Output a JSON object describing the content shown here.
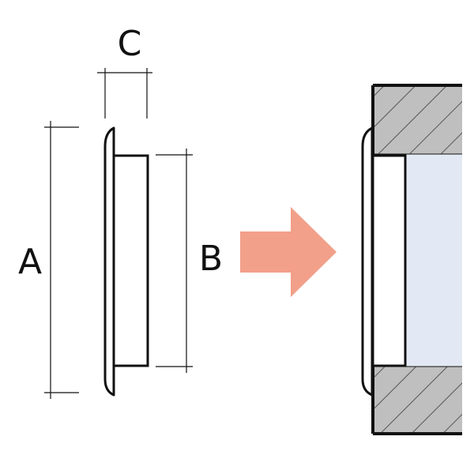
{
  "labels": {
    "A": "A",
    "B": "B",
    "C": "C"
  },
  "colors": {
    "stroke": "#111111",
    "arrow": "#f2a08a",
    "wall_fill": "#bfbfbf",
    "hatch": "#555555",
    "opening_fill": "#e3e9f4"
  },
  "icons": {
    "arrow": "right-arrow-icon"
  }
}
